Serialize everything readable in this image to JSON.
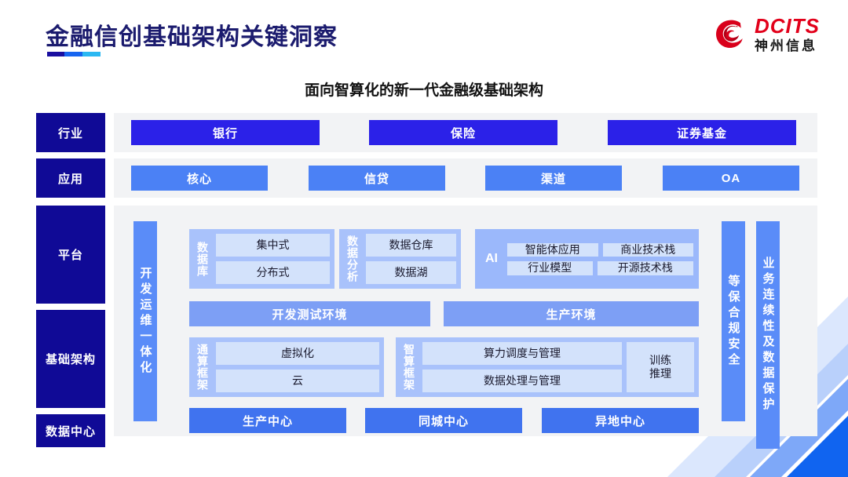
{
  "header": {
    "title": "金融信创基础架构关键洞察",
    "logo_en": "DCITS",
    "logo_cn": "神州信息",
    "logo_icon": "dcits-swirl-logo"
  },
  "subtitle": "面向智算化的新一代金融级基础架构",
  "rows": {
    "industry": {
      "label": "行业",
      "items": [
        "银行",
        "保险",
        "证券基金"
      ]
    },
    "application": {
      "label": "应用",
      "items": [
        "核心",
        "信贷",
        "渠道",
        "OA"
      ]
    },
    "platform": {
      "label": "平台"
    },
    "infrastructure": {
      "label": "基础架构"
    },
    "datacenter": {
      "label": "数据中心",
      "items": [
        "生产中心",
        "同城中心",
        "异地中心"
      ]
    }
  },
  "left_bar": {
    "label": "开发运维一体化"
  },
  "right_bars": [
    {
      "label": "等保合规安全"
    },
    {
      "label": "业务连续性及数据保护"
    }
  ],
  "groups": {
    "database": {
      "label": "数据库",
      "cells": [
        "集中式",
        "分布式"
      ]
    },
    "analytics": {
      "label": "数据分析",
      "cells": [
        "数据仓库",
        "数据湖"
      ]
    },
    "ai": {
      "label": "AI",
      "cells": [
        "智能体应用",
        "商业技术栈",
        "行业模型",
        "开源技术栈"
      ]
    },
    "general_compute": {
      "label": "通算框架",
      "cells": [
        "虚拟化",
        "云"
      ]
    },
    "smart_compute": {
      "label": "智算框架",
      "cells": [
        "算力调度与管理",
        "数据处理与管理"
      ],
      "side_cell": "训练\n推理"
    }
  },
  "environments": [
    "开发测试环境",
    "生产环境"
  ],
  "colors": {
    "navy_label": "#100a96",
    "industry_blue": "#2b21e8",
    "app_blue": "#4b81f5",
    "bar_blue": "#5a8cf8",
    "group_blue": "#a9c2fb",
    "cell_blue": "#d3e2fb",
    "panel_grey": "#f2f3f5",
    "brand_red": "#e2001a",
    "title_navy": "#1b1b6e"
  }
}
